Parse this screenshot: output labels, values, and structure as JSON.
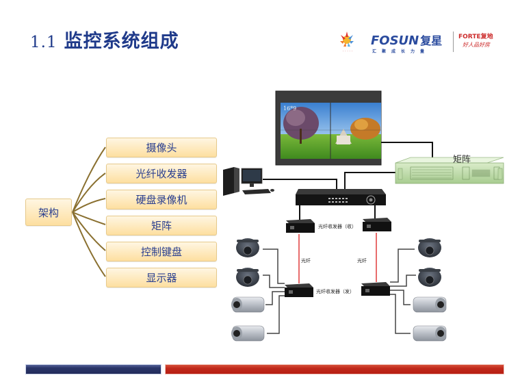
{
  "header": {
    "section_number": "1.1",
    "title": "监控系统组成"
  },
  "logos": {
    "fosun_name": "FOSUN",
    "fosun_cn": "复星",
    "fosun_slogan": "汇聚成长力量",
    "forte_name": "FORTE复地",
    "forte_slogan": "好人品好房"
  },
  "mindmap": {
    "root": "架构",
    "items": [
      {
        "label": "摄像头"
      },
      {
        "label": "光纤收发器"
      },
      {
        "label": "硬盘录像机"
      },
      {
        "label": "矩阵"
      },
      {
        "label": "控制键盘"
      },
      {
        "label": "显示器"
      }
    ],
    "line_color": "#8a7030"
  },
  "diagram": {
    "matrix_label": "矩阵",
    "transceiver_receive_label": "光纤收发器（收）",
    "transceiver_send_label": "光纤收发器（发）",
    "fiber_left_label": "光纤",
    "fiber_right_label": "光纤",
    "fiber_color": "#e03a3a",
    "video_wall_caption": "16*9"
  },
  "footer": {
    "bar_left_color": "#2a3568",
    "bar_right_color": "#c0281a"
  }
}
